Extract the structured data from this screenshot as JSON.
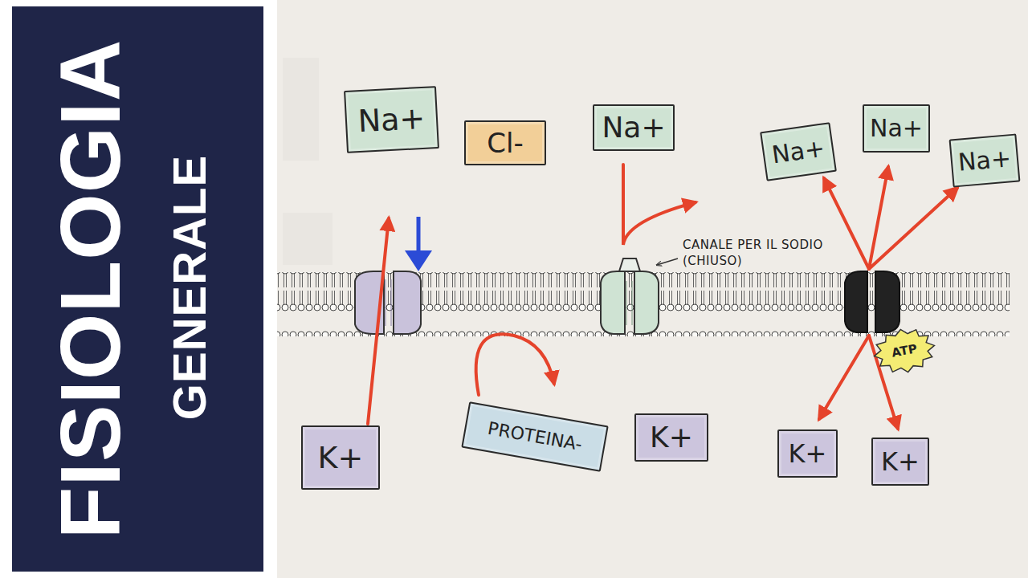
{
  "diagram": {
    "nodes": [
      {
        "text": [
          "Na+"
        ]
      },
      {
        "text": [
          "Cl-"
        ]
      },
      {
        "text": [
          "Na+"
        ]
      },
      {
        "text": [
          "Na+"
        ]
      },
      {
        "text": [
          "Na+"
        ]
      },
      {
        "text": [
          "Na+"
        ]
      },
      {
        "text": [
          "K+"
        ]
      },
      {
        "text": [
          "PROTEINA-"
        ]
      },
      {
        "text": [
          "K+"
        ]
      },
      {
        "text": [
          "K+"
        ]
      },
      {
        "text": [
          "K+"
        ]
      },
      {
        "text": [
          "ATP"
        ]
      }
    ],
    "labels": [
      "FISIOLOGIA",
      "GENERALE",
      "CANALE PER IL SODIO (CHIUSO)"
    ]
  }
}
